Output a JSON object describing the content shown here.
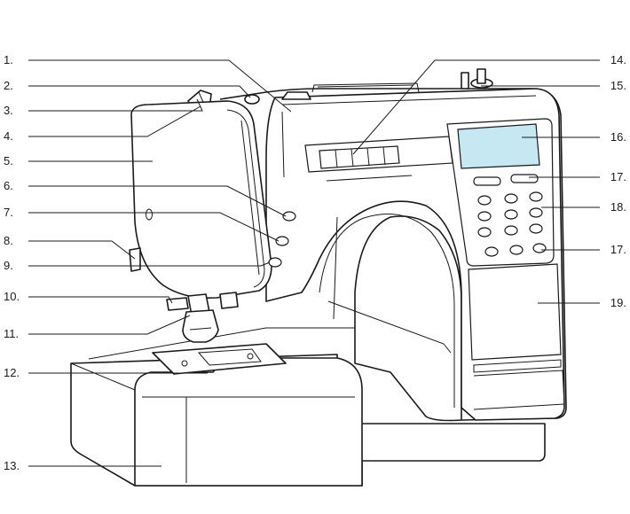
{
  "figure": {
    "callouts_left": [
      {
        "id": "c1",
        "label": "1."
      },
      {
        "id": "c2",
        "label": "2."
      },
      {
        "id": "c3",
        "label": "3."
      },
      {
        "id": "c4",
        "label": "4."
      },
      {
        "id": "c5",
        "label": "5."
      },
      {
        "id": "c6",
        "label": "6."
      },
      {
        "id": "c7",
        "label": "7."
      },
      {
        "id": "c8",
        "label": "8."
      },
      {
        "id": "c9",
        "label": "9."
      },
      {
        "id": "c10",
        "label": "10."
      },
      {
        "id": "c11",
        "label": "11."
      },
      {
        "id": "c12",
        "label": "12."
      },
      {
        "id": "c13",
        "label": "13."
      }
    ],
    "callouts_right": [
      {
        "id": "c14",
        "label": "14."
      },
      {
        "id": "c15",
        "label": "15."
      },
      {
        "id": "c16",
        "label": "16."
      },
      {
        "id": "c17a",
        "label": "17."
      },
      {
        "id": "c18",
        "label": "18."
      },
      {
        "id": "c17b",
        "label": "17."
      },
      {
        "id": "c19",
        "label": "19."
      }
    ],
    "colors": {
      "line": "#1a1a1a",
      "lcd_screen": "#c6e8f2",
      "background": "#ffffff"
    }
  }
}
